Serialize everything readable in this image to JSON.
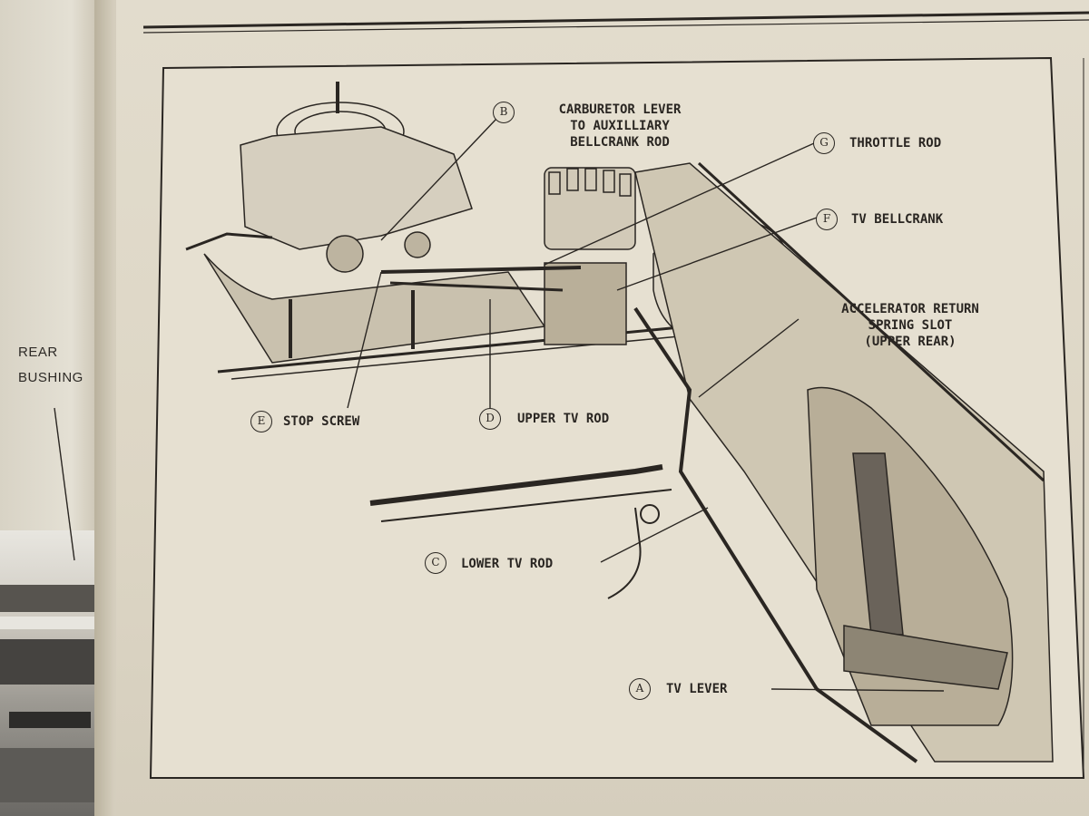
{
  "left_page": {
    "photo_label_line1": "REAR",
    "photo_label_line2": "BUSHING"
  },
  "diagram": {
    "callouts": [
      {
        "id": "B",
        "letter": "B",
        "line1": "CARBURETOR LEVER",
        "line2": "TO AUXILLIARY",
        "line3": "BELLCRANK ROD"
      },
      {
        "id": "G",
        "letter": "G",
        "text": "THROTTLE ROD"
      },
      {
        "id": "F",
        "letter": "F",
        "text": "TV BELLCRANK"
      },
      {
        "id": "spring",
        "line1": "ACCELERATOR RETURN",
        "line2": "SPRING SLOT",
        "line3": "(UPPER REAR)"
      },
      {
        "id": "E",
        "letter": "E",
        "text": "STOP SCREW"
      },
      {
        "id": "D",
        "letter": "D",
        "text": "UPPER TV ROD"
      },
      {
        "id": "C",
        "letter": "C",
        "text": "LOWER TV ROD"
      },
      {
        "id": "A",
        "letter": "A",
        "text": "TV LEVER"
      }
    ]
  },
  "colors": {
    "ink": "#2a2622",
    "paper": "#e4dece",
    "page_shadow": "#b9b19d"
  }
}
